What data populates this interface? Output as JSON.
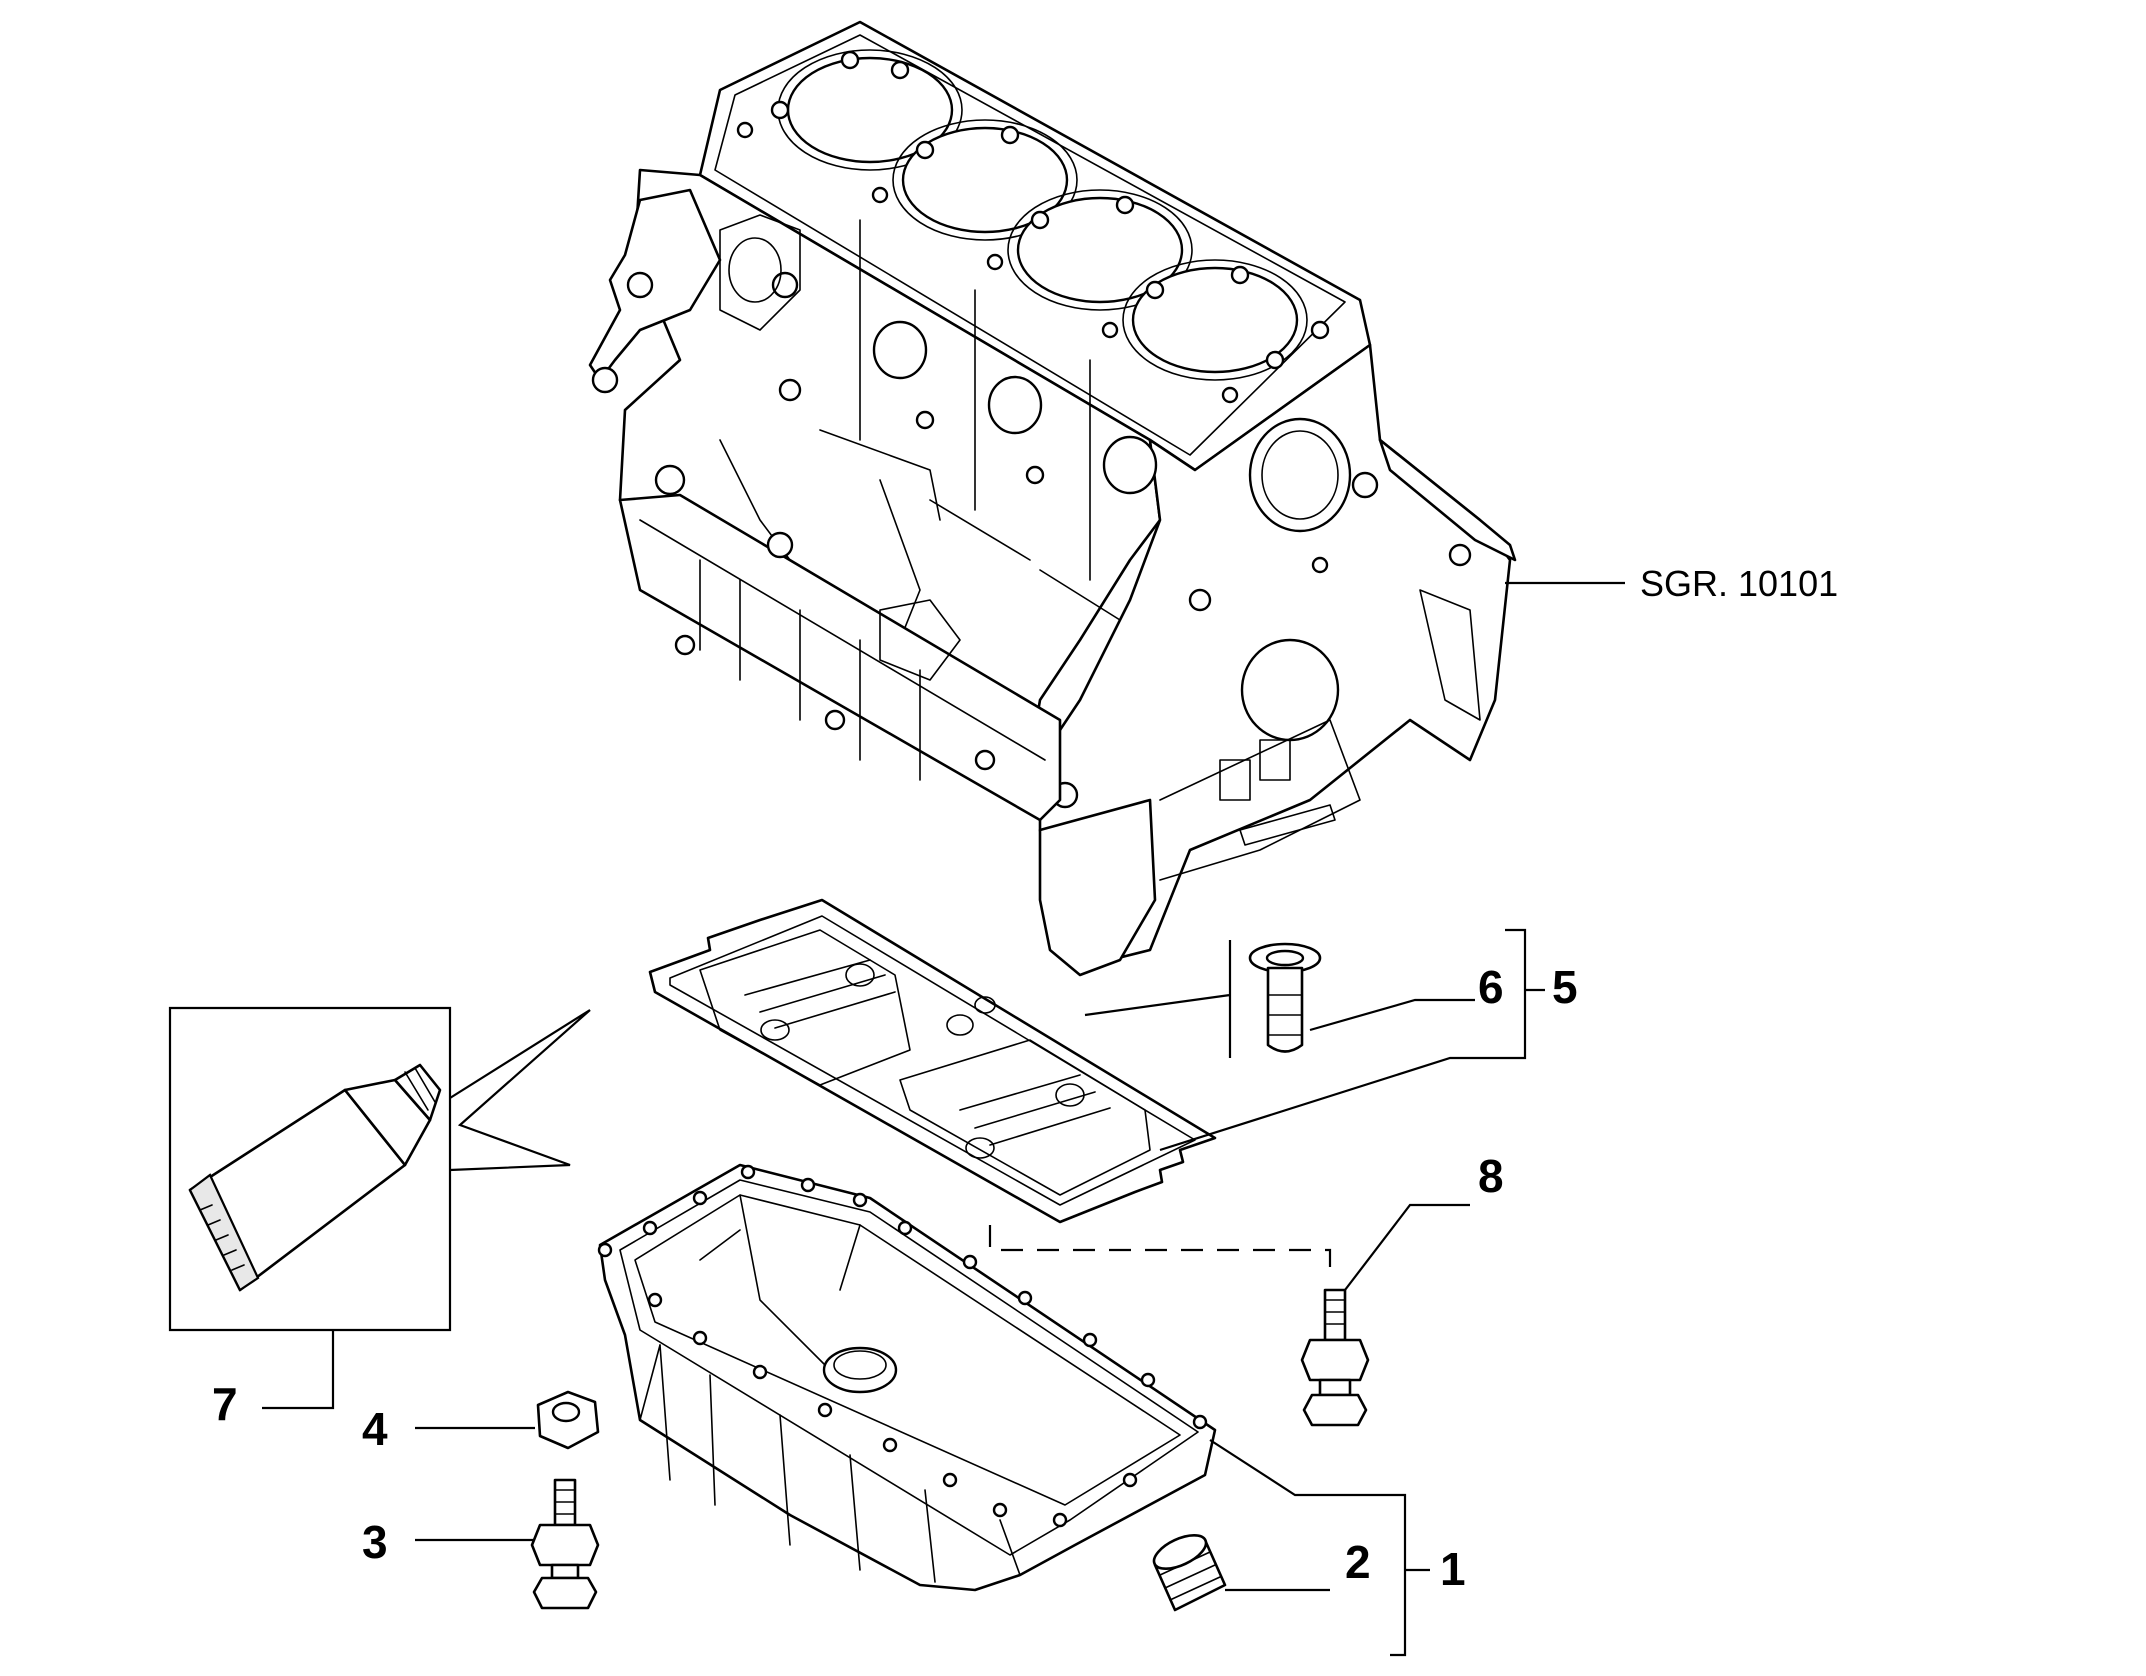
{
  "reference_label": "SGR. 10101",
  "callouts": {
    "c1": "1",
    "c2": "2",
    "c3": "3",
    "c4": "4",
    "c5": "5",
    "c6": "6",
    "c7": "7",
    "c8": "8"
  }
}
